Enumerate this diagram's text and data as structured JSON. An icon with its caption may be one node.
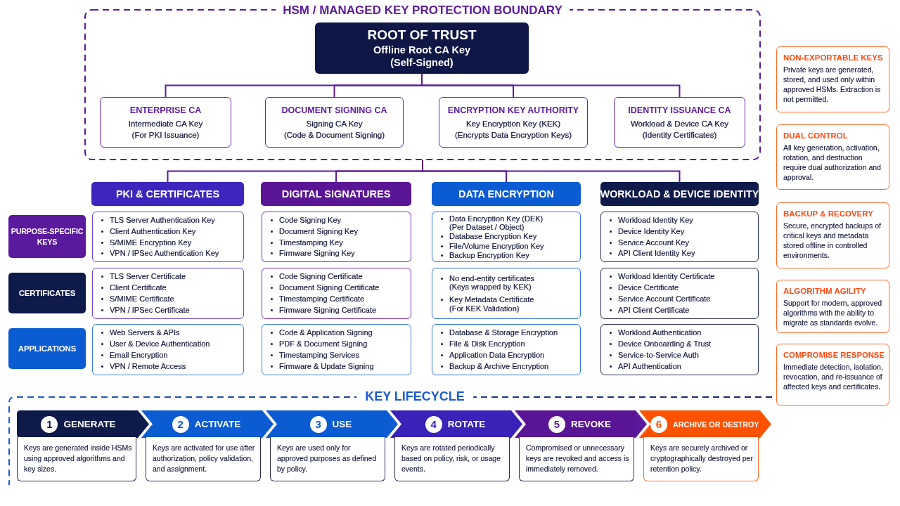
{
  "diagram": {
    "nodes": [
      {
        "text": [
          "HSM / MANAGED KEY PROTECTION BOUNDARY"
        ]
      },
      {
        "text": [
          "ROOT OF TRUST",
          "Offline Root CA Key (Self-Signed)"
        ],
        "in": 0
      },
      {
        "text": [
          "ENTERPRISE CA",
          "Intermediate CA Key (For PKI Issuance)"
        ],
        "in": 0
      },
      {
        "text": [
          "DOCUMENT SIGNING CA",
          "Signing CA Key (Code & Document Signing)"
        ],
        "in": 0
      },
      {
        "text": [
          "ENCRYPTION KEY AUTHORITY",
          "Key Encryption Key (KEK) (Encrypts Data Encryption Keys)"
        ],
        "in": 0
      },
      {
        "text": [
          "IDENTITY ISSUANCE CA",
          "Workload & Device CA Key (Identity Certificates)"
        ],
        "in": 0
      },
      {
        "text": [
          "PKI & CERTIFICATES"
        ]
      },
      {
        "text": [
          "DIGITAL SIGNATURES"
        ]
      },
      {
        "text": [
          "DATA ENCRYPTION"
        ]
      },
      {
        "text": [
          "WORKLOAD & DEVICE IDENTITY"
        ]
      },
      {
        "text": [
          "PURPOSE-SPECIFIC KEYS"
        ]
      },
      {
        "text": [
          "TLS Server Authentication Key",
          "Client Authentication Key",
          "S/MIME Encryption Key",
          "VPN / IPSec Authentication Key"
        ]
      },
      {
        "text": [
          "Code Signing Key",
          "Document Signing Key",
          "Timestamping Key",
          "Firmware Signing Key"
        ]
      },
      {
        "text": [
          "Data Encryption Key (DEK) (Per Dataset / Object)",
          "Database Encryption Key",
          "File/Volume Encryption Key",
          "Backup Encryption Key"
        ]
      },
      {
        "text": [
          "Workload Identity Key",
          "Device Identity Key",
          "Service Account Key",
          "API Client Identity Key"
        ]
      },
      {
        "text": [
          "CERTIFICATES"
        ]
      },
      {
        "text": [
          "TLS Server Certificate",
          "Client Certificate",
          "S/MIME Certificate",
          "VPN / IPSec Certificate"
        ]
      },
      {
        "text": [
          "Code Signing Certificate",
          "Document Signing Certificate",
          "Timestamping Certificate",
          "Firmware Signing Certificate"
        ]
      },
      {
        "text": [
          "No end-entity certificates (Keys wrapped by KEK)",
          "Key Metadata Certificate (For KEK Validation)"
        ]
      },
      {
        "text": [
          "Workload Identity Certificate",
          "Device Certificate",
          "Service Account Certificate",
          "API Client Certificate"
        ]
      },
      {
        "text": [
          "APPLICATIONS"
        ]
      },
      {
        "text": [
          "Web Servers & APIs",
          "User & Device Authentication",
          "Email Encryption",
          "VPN / Remote Access"
        ]
      },
      {
        "text": [
          "Code & Application Signing",
          "PDF & Document Signing",
          "Timestamping Services",
          "Firmware & Update Signing"
        ]
      },
      {
        "text": [
          "Database & Storage Encryption",
          "File & Disk Encryption",
          "Application Data Encryption",
          "Backup & Archive Encryption"
        ]
      },
      {
        "text": [
          "Workload Authentication",
          "Device Onboarding & Trust",
          "Service-to-Service Auth",
          "API Authentication"
        ]
      },
      {
        "text": [
          "NON-EXPORTABLE KEYS",
          "Private keys are generated, stored, and used only within approved HSMs. Extraction is not permitted."
        ]
      },
      {
        "text": [
          "DUAL CONTROL",
          "All key generation, activation, rotation, and destruction require dual authorization and approval."
        ]
      },
      {
        "text": [
          "BACKUP & RECOVERY",
          "Secure, encrypted backups of critical keys and metadata stored offline in controlled environments."
        ]
      },
      {
        "text": [
          "ALGORITHM AGILITY",
          "Support for modern, approved algorithms with the ability to migrate as standards evolve."
        ]
      },
      {
        "text": [
          "COMPROMISE RESPONSE",
          "Immediate detection, isolation, revocation, and re-issuance of affected keys and certificates."
        ]
      },
      {
        "text": [
          "KEY LIFECYCLE"
        ]
      },
      {
        "text": [
          "1",
          "GENERATE",
          "Keys are generated inside HSMs using approved algorithms and key sizes."
        ],
        "in": 30
      },
      {
        "text": [
          "2",
          "ACTIVATE",
          "Keys are activated for use after authorization, policy validation, and assignment."
        ],
        "in": 30
      },
      {
        "text": [
          "3",
          "USE",
          "Keys are used only for approved purposes as defined by policy."
        ],
        "in": 30
      },
      {
        "text": [
          "4",
          "ROTATE",
          "Keys are rotated periodically based on policy, risk, or usage events."
        ],
        "in": 30
      },
      {
        "text": [
          "5",
          "REVOKE",
          "Compromised or unnecessary keys are revoked and access is immediately removed."
        ],
        "in": 30
      },
      {
        "text": [
          "6",
          "ARCHIVE OR DESTROY",
          "Keys are securely archived or cryptographically destroyed per retention policy."
        ],
        "in": 30
      }
    ],
    "edges": [
      {
        "from": 1,
        "to": 2,
        "arrow": "none"
      },
      {
        "from": 1,
        "to": 3,
        "arrow": "none"
      },
      {
        "from": 1,
        "to": 4,
        "arrow": "none"
      },
      {
        "from": 1,
        "to": 5,
        "arrow": "none"
      },
      {
        "from": 0,
        "to": 6,
        "arrow": "none"
      },
      {
        "from": 0,
        "to": 7,
        "arrow": "none"
      },
      {
        "from": 0,
        "to": 8,
        "arrow": "none"
      },
      {
        "from": 0,
        "to": 9,
        "arrow": "none"
      },
      {
        "from": 31,
        "to": 32,
        "arrow": "to",
        "color": "#0e1a4a"
      },
      {
        "from": 32,
        "to": 33,
        "arrow": "to",
        "color": "#0b5bd3"
      },
      {
        "from": 33,
        "to": 34,
        "arrow": "to",
        "color": "#0b5bd3"
      },
      {
        "from": 34,
        "to": 35,
        "arrow": "to",
        "color": "#3a22b8"
      },
      {
        "from": 35,
        "to": 36,
        "arrow": "to"
      }
    ]
  }
}
